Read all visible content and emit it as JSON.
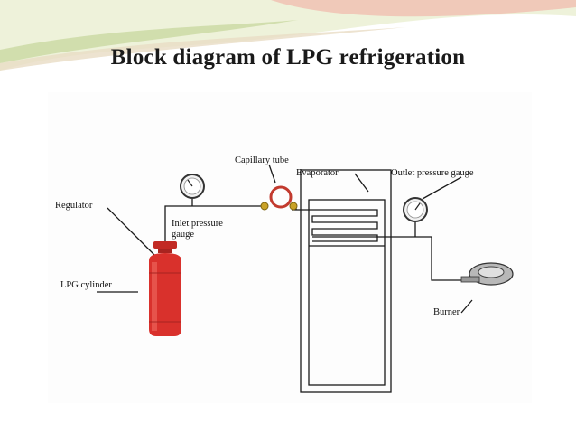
{
  "slide": {
    "title": "Block diagram of LPG refrigeration",
    "colors": {
      "banner_light": "#eef2da",
      "banner_pink": "#f0c9b9",
      "banner_green": "#c5d59a",
      "cylinder_red": "#d9312c",
      "line_dark": "#1a1a1a"
    }
  },
  "diagram": {
    "labels": {
      "capillary_tube": "Capillary tube",
      "evaporator": "Evaporator",
      "outlet_pressure_gauge": "Outlet pressure gauge",
      "regulator": "Regulator",
      "inlet_pressure_gauge_line1": "Inlet pressure",
      "inlet_pressure_gauge_line2": "gauge",
      "lpg_cylinder": "LPG cylinder",
      "burner": "Burner"
    },
    "icons": [
      "pressure-gauge-icon",
      "lpg-cylinder-icon",
      "capillary-coil-icon",
      "burner-icon"
    ]
  }
}
